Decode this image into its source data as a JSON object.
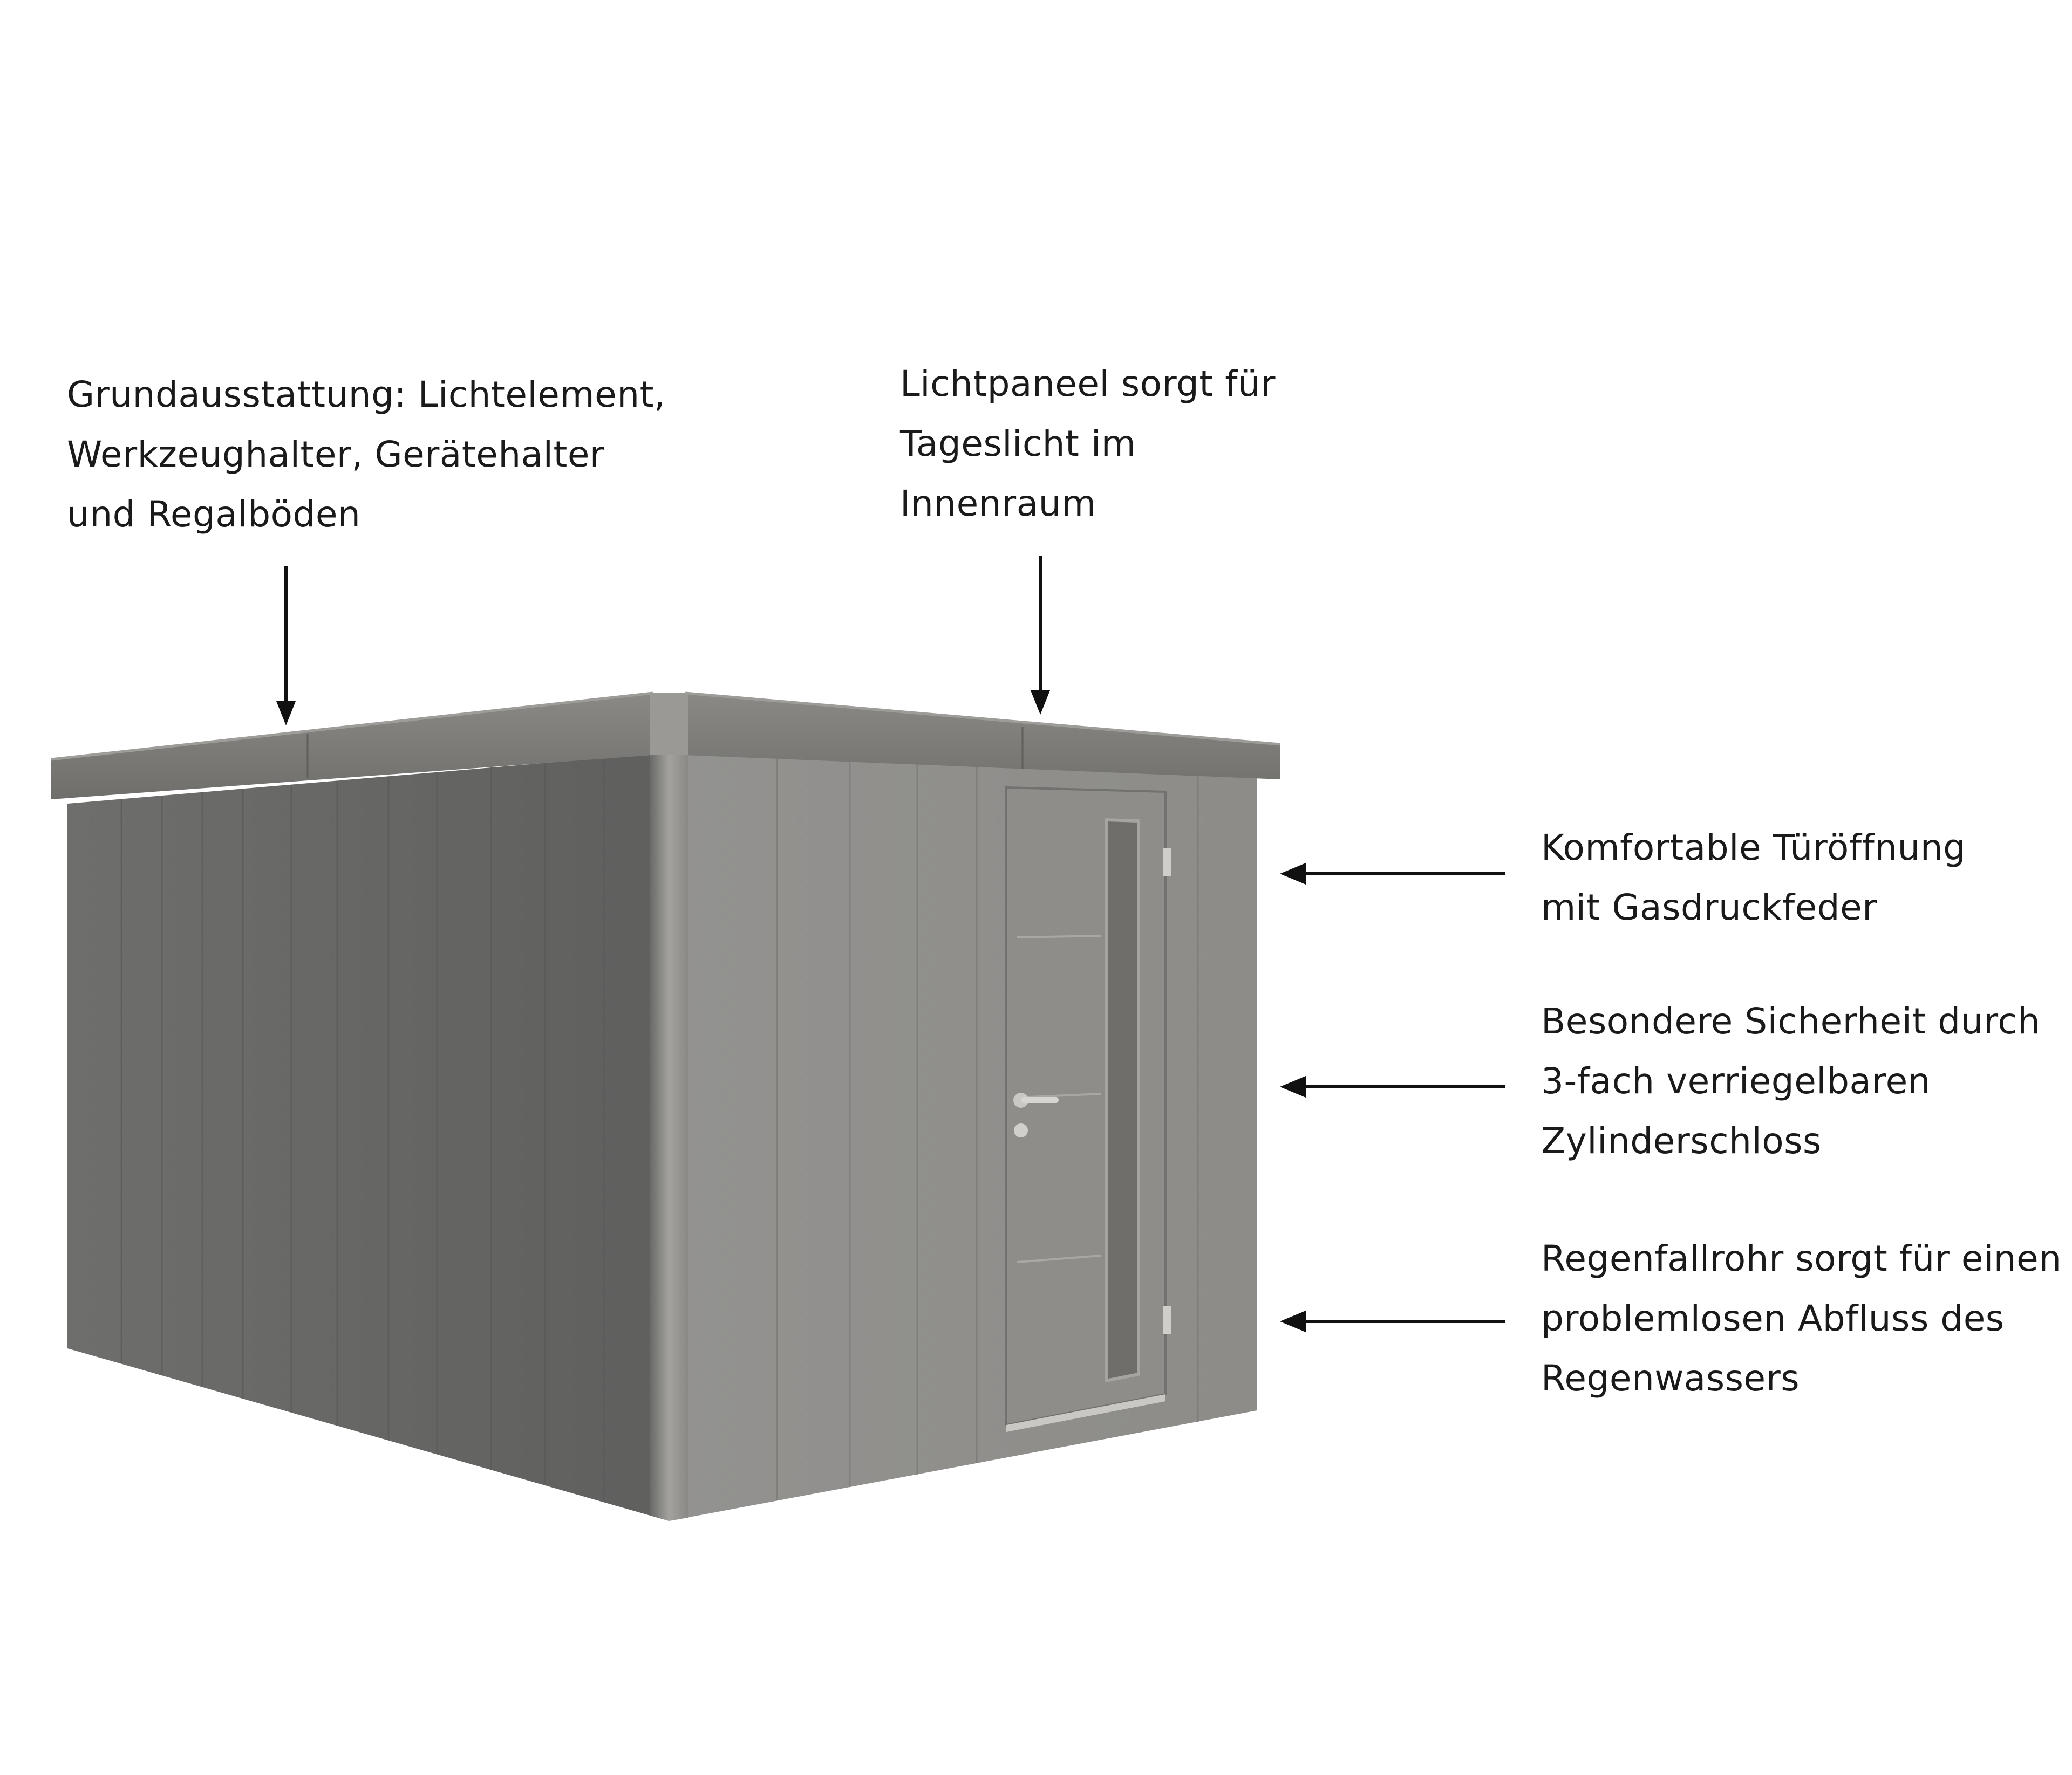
{
  "annotations": {
    "equipment": [
      "Grundausstattung: Lichtelement,",
      "Werkzeughalter, Gerätehalter",
      "und Regalböden"
    ],
    "skylight": [
      "Lichtpaneel sorgt für",
      "Tageslicht im",
      "Innenraum"
    ],
    "door": [
      "Komfortable Türöffnung",
      "mit Gasdruckfeder"
    ],
    "lock": [
      "Besondere Sicherheit durch",
      "3-fach verriegelbaren",
      "Zylinderschloss"
    ],
    "downpipe": [
      "Regenfallrohr sorgt für einen",
      "problemlosen Abfluss des",
      "Regenwassers"
    ]
  },
  "colors": {
    "side_wall": "#6b6b6b",
    "front_wall": "#8f8e89",
    "roof": "#7d7c78",
    "arrow": "#111111"
  }
}
